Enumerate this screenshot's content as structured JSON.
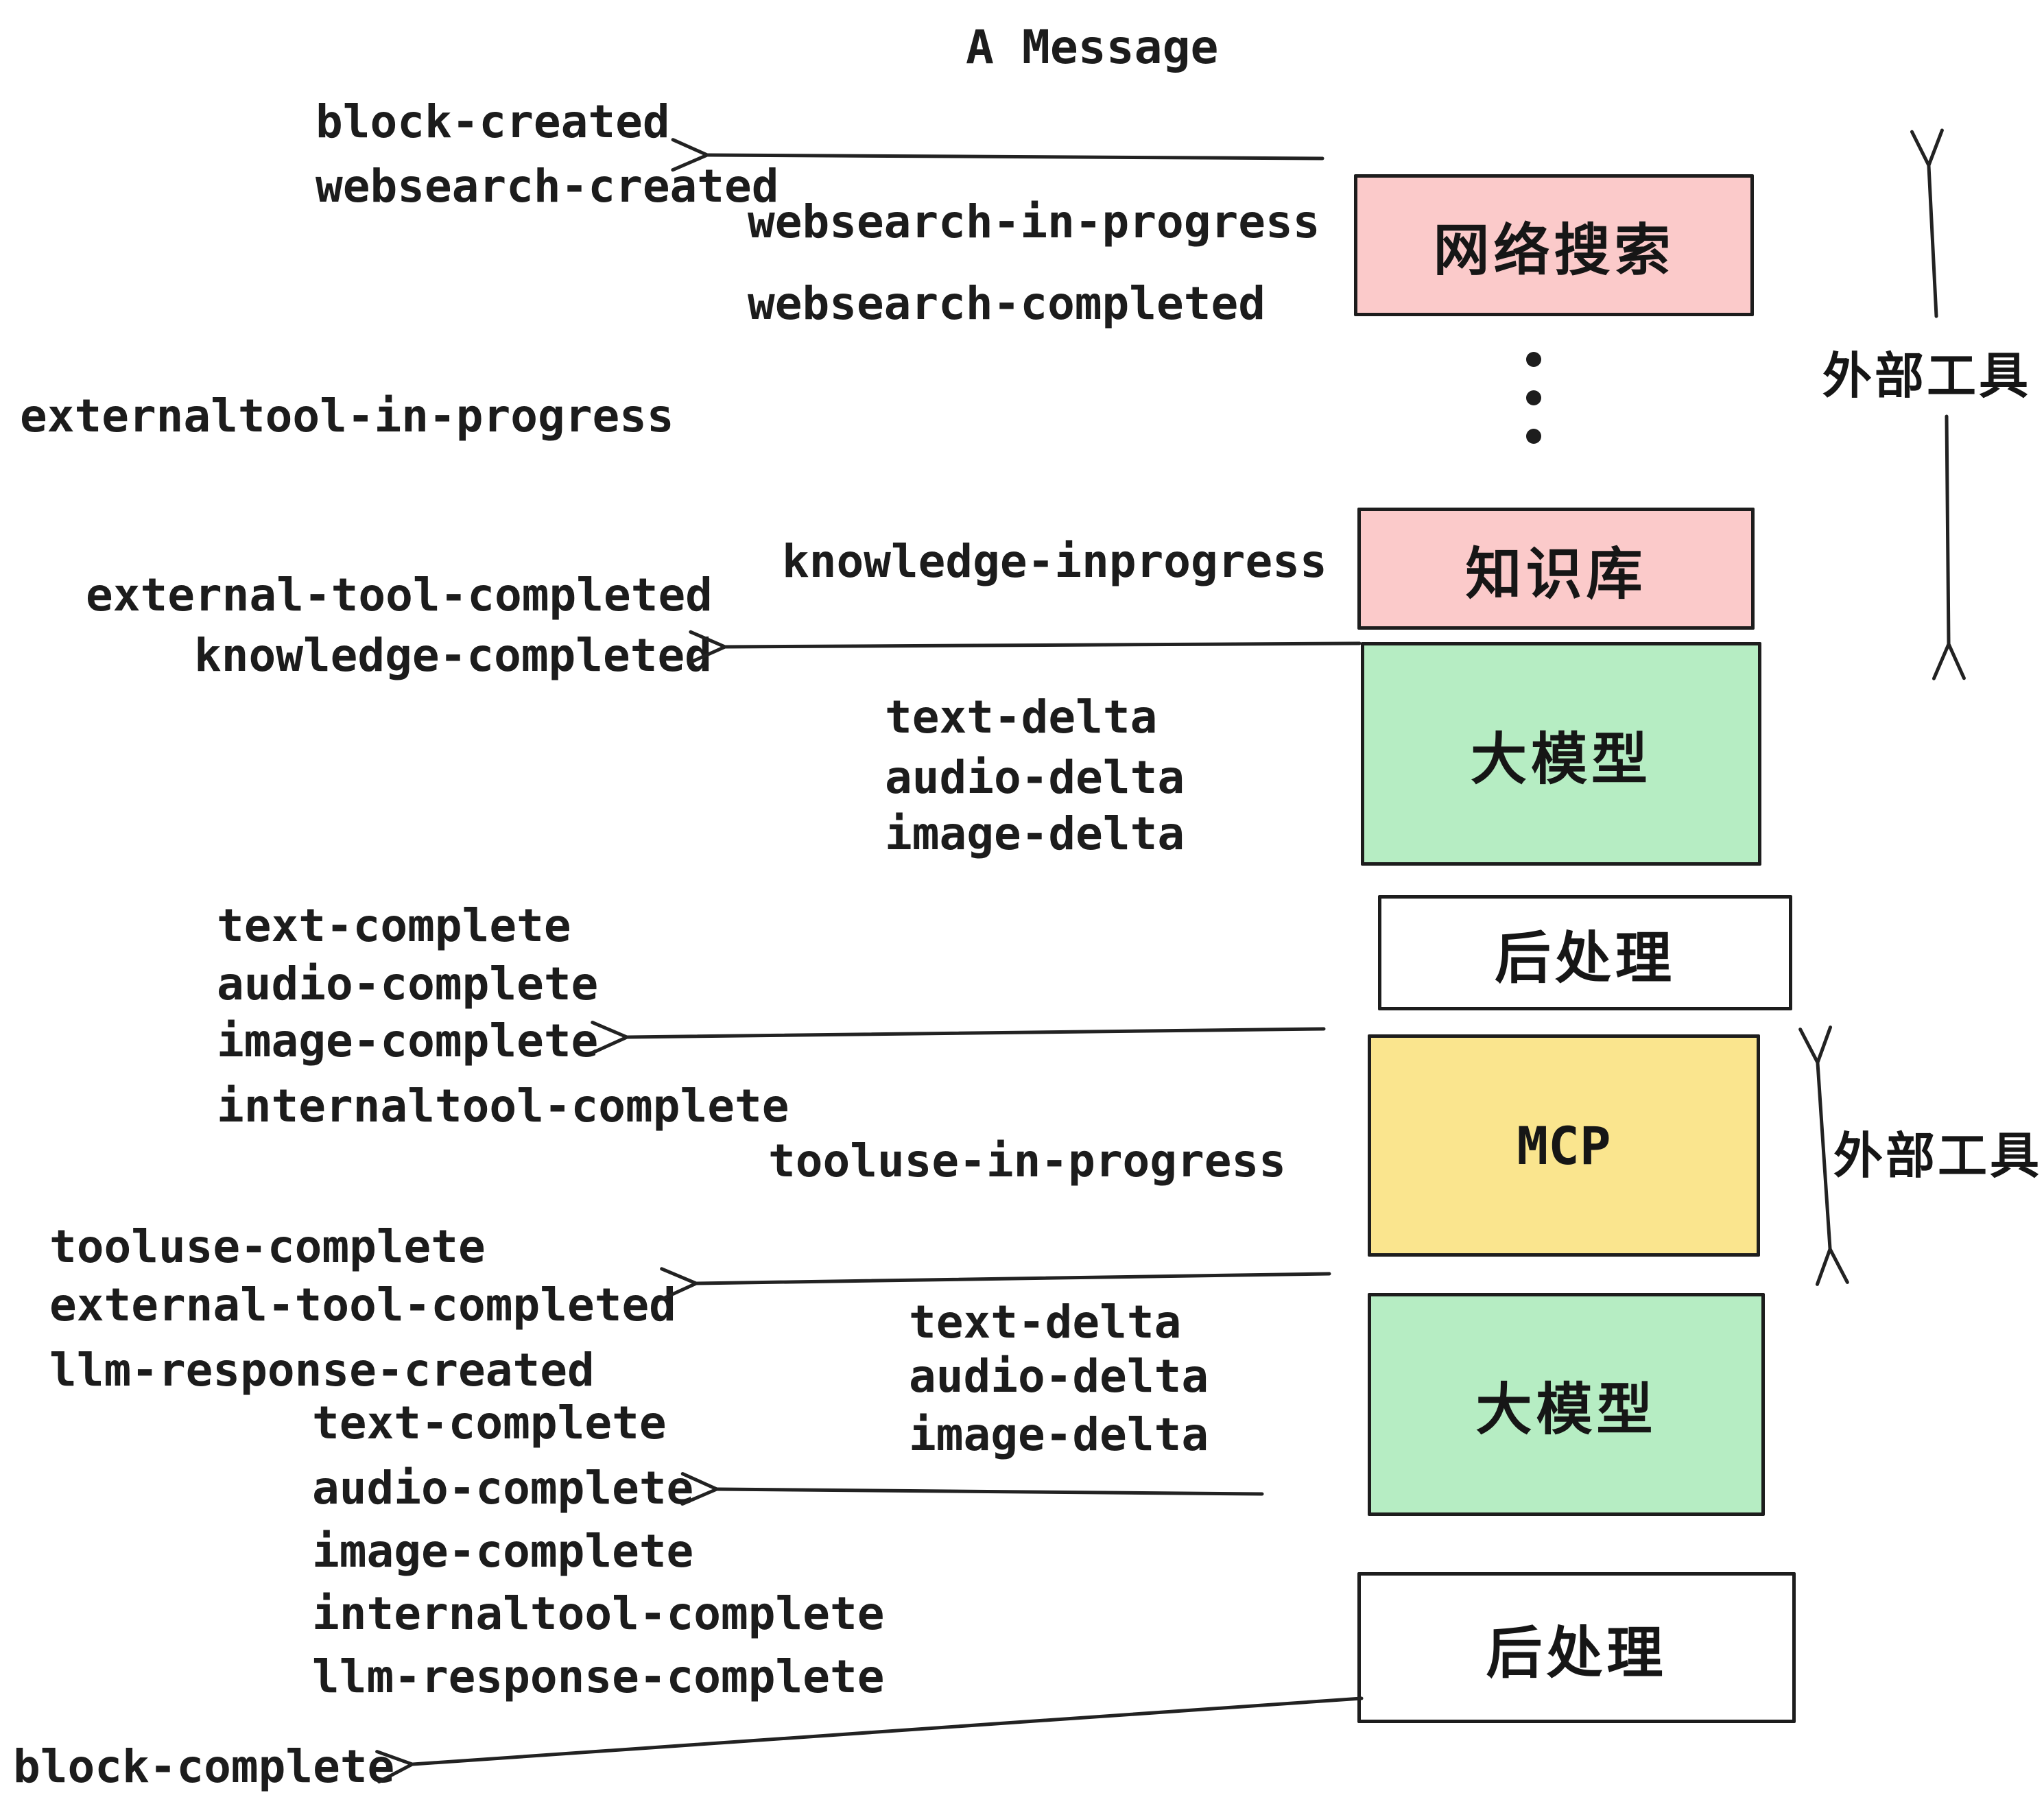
{
  "title": "A Message",
  "colors": {
    "pink": "#fbcaca",
    "green": "#b6edc3",
    "yellow": "#fae58e",
    "white": "#ffffff",
    "ink": "#1c1c1c"
  },
  "boxes": [
    {
      "id": "web-search",
      "label": "网络搜索",
      "color": "pink"
    },
    {
      "id": "knowledge-base",
      "label": "知识库",
      "color": "pink"
    },
    {
      "id": "llm-1",
      "label": "大模型",
      "color": "green"
    },
    {
      "id": "post-process-1",
      "label": "后处理",
      "color": "white"
    },
    {
      "id": "mcp",
      "label": "MCP",
      "color": "yellow"
    },
    {
      "id": "llm-2",
      "label": "大模型",
      "color": "green"
    },
    {
      "id": "post-process-2",
      "label": "后处理",
      "color": "white"
    }
  ],
  "side_labels": [
    {
      "label": "外部工具"
    },
    {
      "label": "外部工具"
    }
  ],
  "events_left": [
    {
      "label": "block-created"
    },
    {
      "label": "websearch-created"
    },
    {
      "label": "externaltool-in-progress"
    },
    {
      "label": "external-tool-completed"
    },
    {
      "label": "knowledge-completed"
    },
    {
      "label": "text-complete"
    },
    {
      "label": "audio-complete"
    },
    {
      "label": "image-complete"
    },
    {
      "label": "internaltool-complete"
    },
    {
      "label": "tooluse-complete"
    },
    {
      "label": "external-tool-completed"
    },
    {
      "label": "llm-response-created"
    },
    {
      "label": "text-complete"
    },
    {
      "label": "audio-complete"
    },
    {
      "label": "image-complete"
    },
    {
      "label": "internaltool-complete"
    },
    {
      "label": "llm-response-complete"
    },
    {
      "label": "block-complete"
    }
  ],
  "events_middle": [
    {
      "label": "websearch-in-progress"
    },
    {
      "label": "websearch-completed"
    },
    {
      "label": "knowledge-inprogress"
    },
    {
      "label": "text-delta"
    },
    {
      "label": "audio-delta"
    },
    {
      "label": "image-delta"
    },
    {
      "label": "tooluse-in-progress"
    },
    {
      "label": "text-delta"
    },
    {
      "label": "audio-delta"
    },
    {
      "label": "image-delta"
    }
  ]
}
